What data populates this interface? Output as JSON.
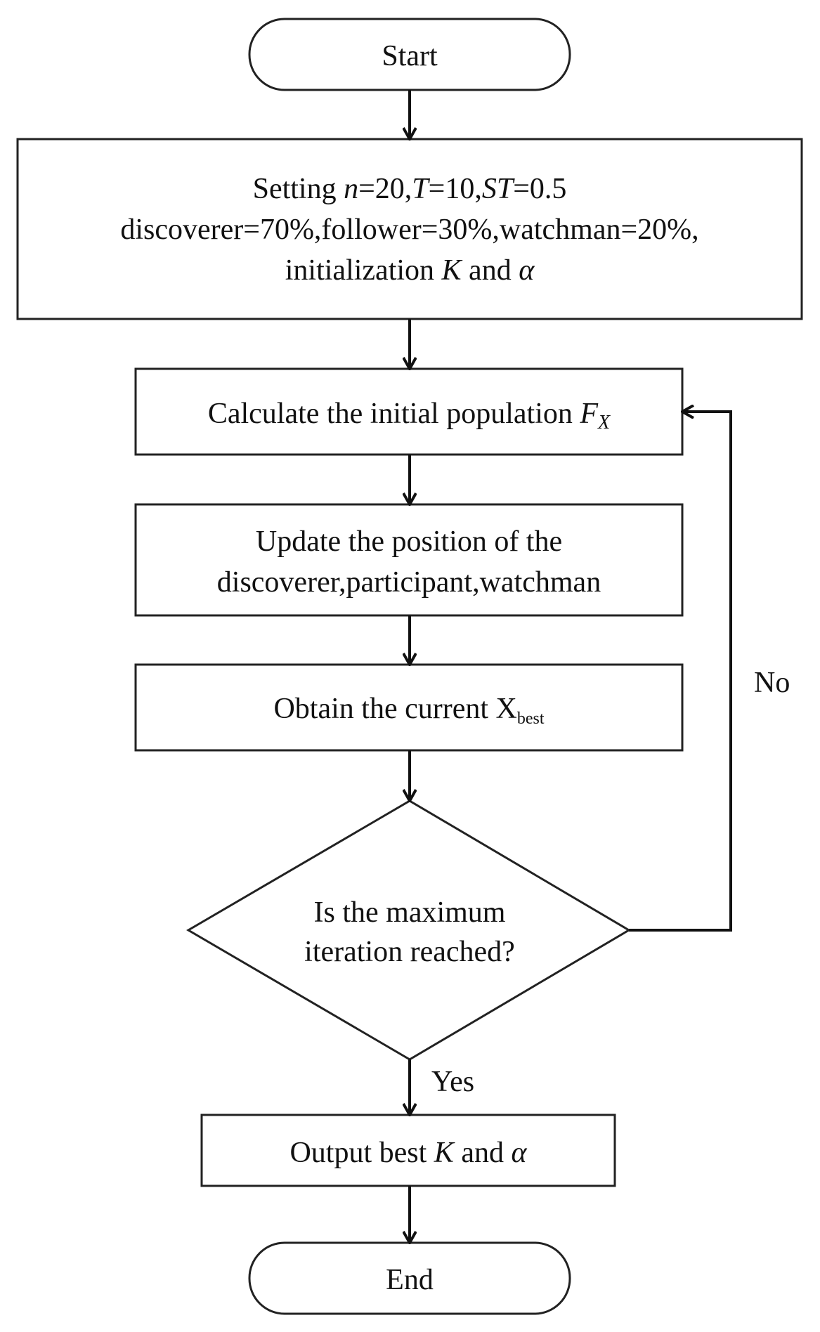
{
  "nodes": {
    "start": {
      "label": "Start"
    },
    "setup": {
      "line1_prefix": "Setting ",
      "var_n": "n",
      "val_n": "=20,",
      "var_T": "T",
      "val_T": "=10,",
      "var_ST": "ST",
      "val_ST": "=0.5",
      "line2": "discoverer=70%,follower=30%,watchman=20%,",
      "line3_prefix": "initialization ",
      "var_K": "K",
      "line3_and": " and ",
      "var_alpha": "α"
    },
    "calc": {
      "prefix": "Calculate the initial population ",
      "var_F": "F",
      "sub_X": "X"
    },
    "update": {
      "line1": "Update the position of the",
      "line2": "discoverer,participant,watchman"
    },
    "obtain": {
      "prefix": "Obtain the current ",
      "var_X": "X",
      "sub_best": "best"
    },
    "decision": {
      "line1": "Is the maximum",
      "line2": "iteration reached?"
    },
    "output": {
      "prefix": "Output best ",
      "var_K": "K",
      "and": " and ",
      "var_alpha": "α"
    },
    "end": {
      "label": "End"
    }
  },
  "edges": {
    "no_label": "No",
    "yes_label": "Yes"
  }
}
